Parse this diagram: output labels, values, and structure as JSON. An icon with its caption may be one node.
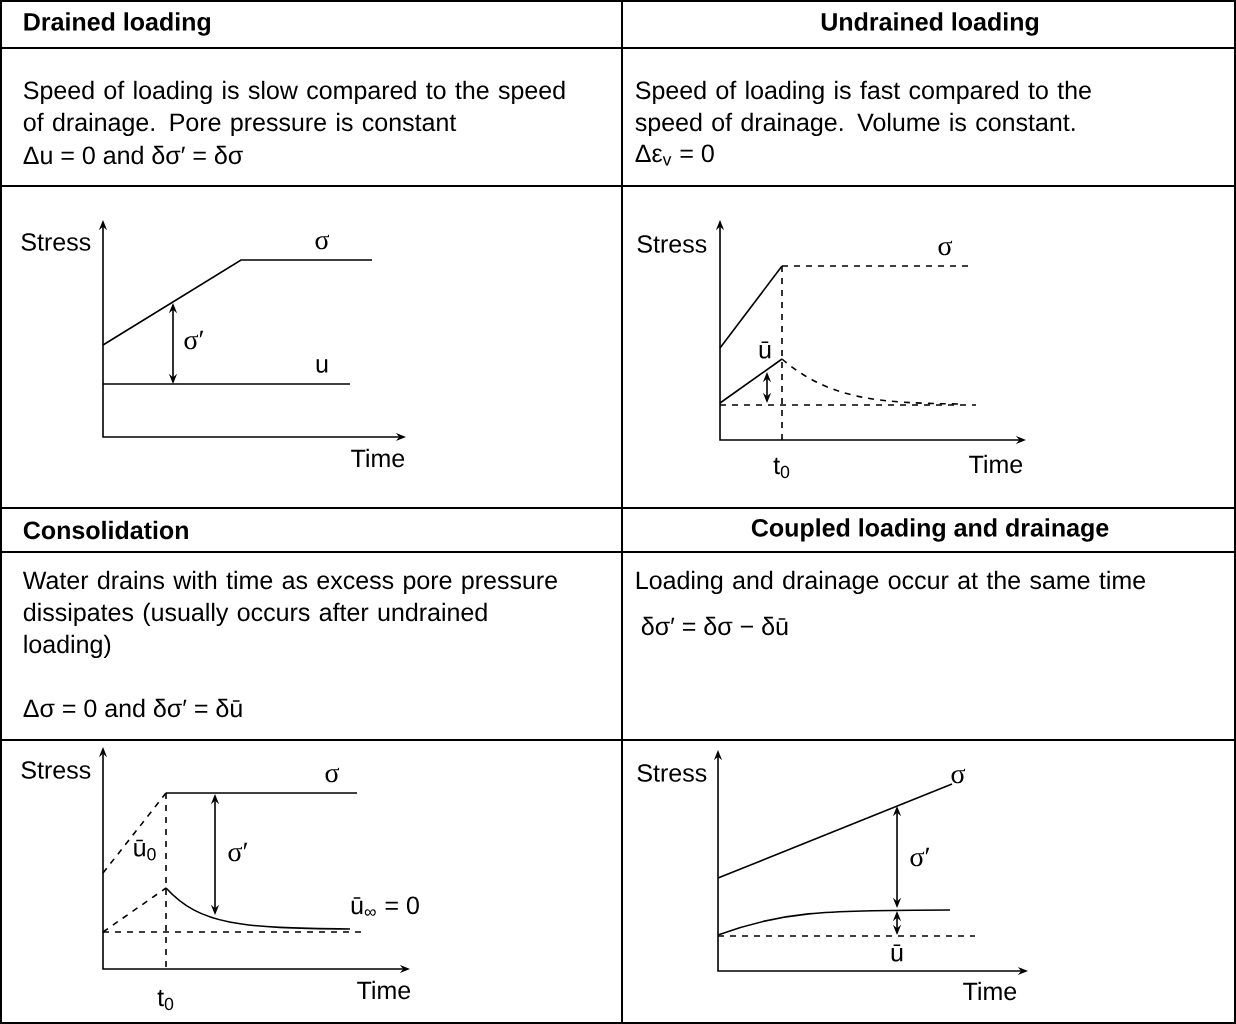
{
  "diagram": {
    "labels": [
      "Drained loading",
      "Undrained loading",
      "Speed of loading is slow compared to the speed of drainage. Pore pressure is constant",
      "Δu = 0 and δσ′ = δσ",
      "Speed of loading is fast compared to the speed of drainage. Volume is constant.",
      "Δε$_{v}$ = 0",
      "Stress",
      "σ",
      "σ′",
      "u",
      "Time",
      "Stress",
      "σ",
      "ū",
      "t$_{0}$",
      "Time",
      "Consolidation",
      "Coupled loading and drainage",
      "Water drains with time as excess pore pressure dissipates (usually occurs after undrained loading)",
      "Δσ = 0 and δσ′ = δū",
      "Loading and drainage occur at the same time",
      "δσ′ = δσ − δū",
      "Stress",
      "σ",
      "ū$_{0}$",
      "σ′",
      "ū$_{∞}$ = 0",
      "t$_{0}$",
      "Time",
      "Stress",
      "σ",
      "σ′",
      "ū",
      "Time"
    ]
  }
}
